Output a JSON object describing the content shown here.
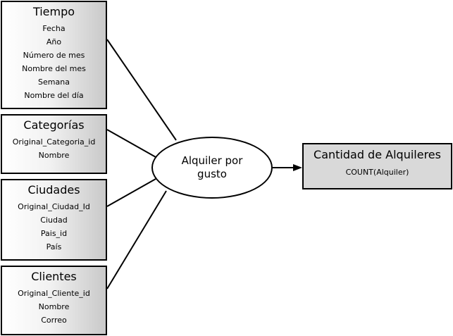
{
  "dimensions": [
    {
      "title": "Tiempo",
      "attributes": [
        "Fecha",
        "Año",
        "Número de mes",
        "Nombre del mes",
        "Semana",
        "Nombre del día"
      ]
    },
    {
      "title": "Categorías",
      "attributes": [
        "Original_Categoria_id",
        "Nombre"
      ]
    },
    {
      "title": "Ciudades",
      "attributes": [
        "Original_Ciudad_Id",
        "Ciudad",
        "Pais_id",
        "País"
      ]
    },
    {
      "title": "Clientes",
      "attributes": [
        "Original_Cliente_id",
        "Nombre",
        "Correo"
      ]
    }
  ],
  "fact": {
    "label": "Alquiler por gusto"
  },
  "measure": {
    "title": "Cantidad de Alquileres",
    "expression": "COUNT(Alquiler)"
  },
  "colors": {
    "stroke": "#000000",
    "measure_fill": "#d9d9d9",
    "gradient_light": "#ffffff",
    "gradient_dark": "#c9c9c9"
  }
}
